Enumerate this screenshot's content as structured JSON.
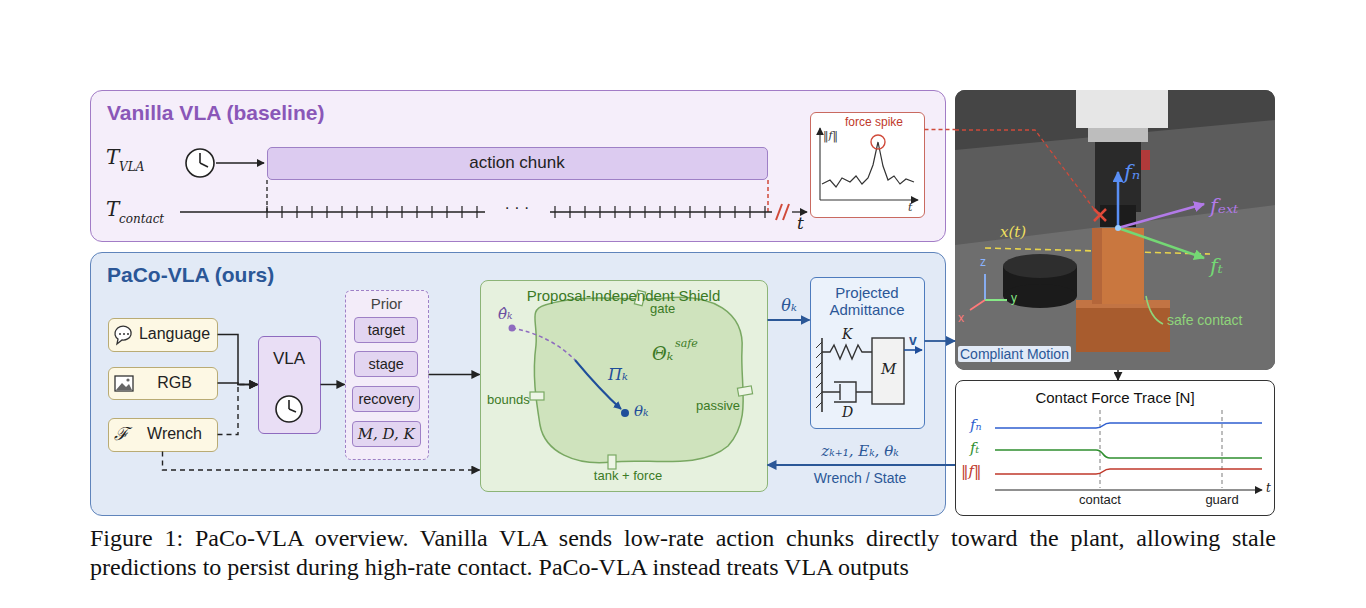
{
  "diagram": {
    "caption": "Figure 1: PaCo-VLA overview. Vanilla VLA sends low-rate action chunks directly toward the plant, allowing stale predictions to persist during high-rate contact. PaCo-VLA instead treats VLA outputs",
    "nodes": [
      {
        "text": [
          "Vanilla VLA (baseline)"
        ]
      },
      {
        "text": [
          "action chunk"
        ],
        "in": 0
      },
      {
        "text": [
          "force spike"
        ],
        "in": 0
      },
      {
        "text": [
          "PaCo-VLA (ours)"
        ]
      },
      {
        "text": [
          "Language"
        ],
        "in": 3
      },
      {
        "text": [
          "RGB"
        ],
        "in": 3
      },
      {
        "text": [
          "Wrench"
        ],
        "in": 3
      },
      {
        "text": [
          "VLA"
        ],
        "in": 3
      },
      {
        "text": [
          "Prior"
        ],
        "in": 3
      },
      {
        "text": [
          "target"
        ],
        "in": 8
      },
      {
        "text": [
          "stage"
        ],
        "in": 8
      },
      {
        "text": [
          "recovery"
        ],
        "in": 8
      },
      {
        "text": [
          "M, D, K"
        ],
        "in": 8
      },
      {
        "text": [
          "Proposal-Independent Shield"
        ],
        "in": 3
      },
      {
        "text": [
          "Projected Admittance"
        ],
        "in": 3
      },
      {
        "text": [
          "safe contact"
        ]
      },
      {
        "text": [
          "Contact Force Trace [N]"
        ]
      }
    ],
    "edges": [
      {
        "from": 4,
        "to": 7,
        "arrow": "to"
      },
      {
        "from": 5,
        "to": 7,
        "arrow": "to"
      },
      {
        "from": 6,
        "to": 7,
        "arrow": "to"
      },
      {
        "from": 7,
        "to": 8,
        "arrow": "to"
      },
      {
        "from": 8,
        "to": 13,
        "arrow": "to"
      },
      {
        "from": 6,
        "to": 13,
        "arrow": "to"
      },
      {
        "from": 13,
        "to": 14,
        "label": "θₖ",
        "arrow": "to"
      },
      {
        "from": 14,
        "to": 15,
        "label": "Compliant Motion",
        "arrow": "to"
      },
      {
        "from": 15,
        "to": 16,
        "arrow": "to"
      },
      {
        "from": 16,
        "to": 13,
        "label": "Wrench / State",
        "arrow": "to"
      },
      {
        "from": 2,
        "to": 15,
        "arrow": "none"
      }
    ],
    "labels": [
      "T",
      "VLA",
      "T",
      "contact",
      "· · ·",
      "t",
      "‖f‖",
      "t",
      "ℱ",
      "θ̂ₖ",
      "Πₖ",
      "θₖ",
      "Θₖ",
      "safe",
      "gate",
      "bounds",
      "passive",
      "tank + force",
      "K",
      "D",
      "M",
      "v",
      "zₖ₊₁, Eₖ, θₖ",
      "fₙ",
      "fₑₓₜ",
      "fₜ",
      "x(t)",
      "z",
      "x",
      "y",
      "fₙ",
      "fₜ",
      "‖f‖",
      "contact",
      "guard",
      "t"
    ]
  }
}
